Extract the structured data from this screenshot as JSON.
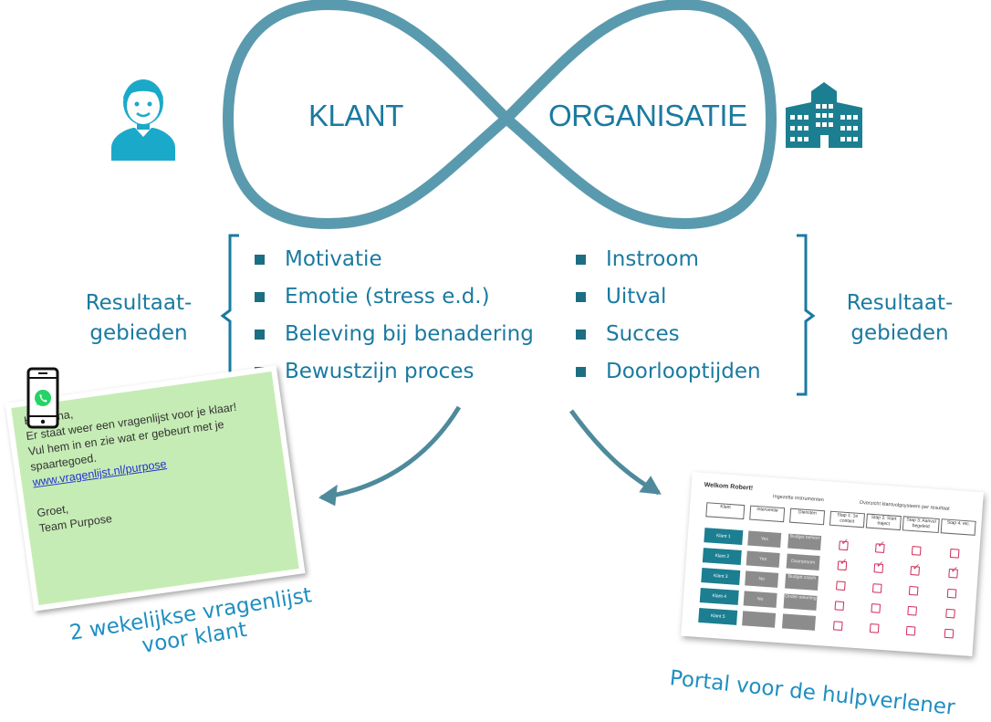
{
  "loop": {
    "left_label": "KLANT",
    "right_label": "ORGANISATIE"
  },
  "left_list": [
    "Motivatie",
    "Emotie (stress e.d.)",
    "Beleving bij benadering",
    "Bewustzijn proces"
  ],
  "right_list": [
    "Instroom",
    "Uitval",
    "Succes",
    "Doorlooptijden"
  ],
  "left_result": {
    "line1": "Resultaat-",
    "line2": "gebieden"
  },
  "right_result": {
    "line1": "Resultaat-",
    "line2": "gebieden"
  },
  "message": {
    "line1": "Hoi Anna,",
    "line2": "Er staat weer een vragenlijst voor je klaar!",
    "line3": "Vul hem in en zie wat er gebeurt met je",
    "line4": "spaartegoed.",
    "link": "www.vragenlijst.nl/purpose",
    "line5": "Groet,",
    "line6": "Team Purpose"
  },
  "caption_left": {
    "line1": "2 wekelijkse vragenlijst",
    "line2": "voor klant"
  },
  "caption_right": "Portal voor de hulpverlener",
  "portal": {
    "title": "Welkom Robert!",
    "head_instruments": "Ingezette instrumenten",
    "head_overview": "Overzicht klantvolgsysteem per resultaat",
    "col_headers": [
      "Klant",
      "Interventie",
      "Diensten",
      "Stap 1: 1e contact",
      "Stap 2: Start traject",
      "Stap 3: Aanvul begeleid",
      "Stap 4: etc."
    ],
    "clients": [
      "Klant 1",
      "Klant 2",
      "Klant 3",
      "Klant 4",
      "Klant 5"
    ],
    "interventions": [
      "Yes",
      "Yes",
      "No",
      "No",
      ""
    ],
    "services": [
      "Budget beheer",
      "Doorstroom",
      "Budget coach",
      "Onder-steuning",
      ""
    ]
  },
  "colors": {
    "loop": "#5a9aae",
    "text": "#1a7aa0",
    "icon": "#1ba9c9",
    "bullet": "#1c6e83",
    "arrow": "#4e8a9b",
    "msg_bg": "#c6ecb5",
    "portal_teal": "#1b7e91",
    "check": "#d02b5a"
  },
  "icons": [
    "person-icon",
    "building-icon",
    "phone-icon",
    "whatsapp-icon"
  ]
}
